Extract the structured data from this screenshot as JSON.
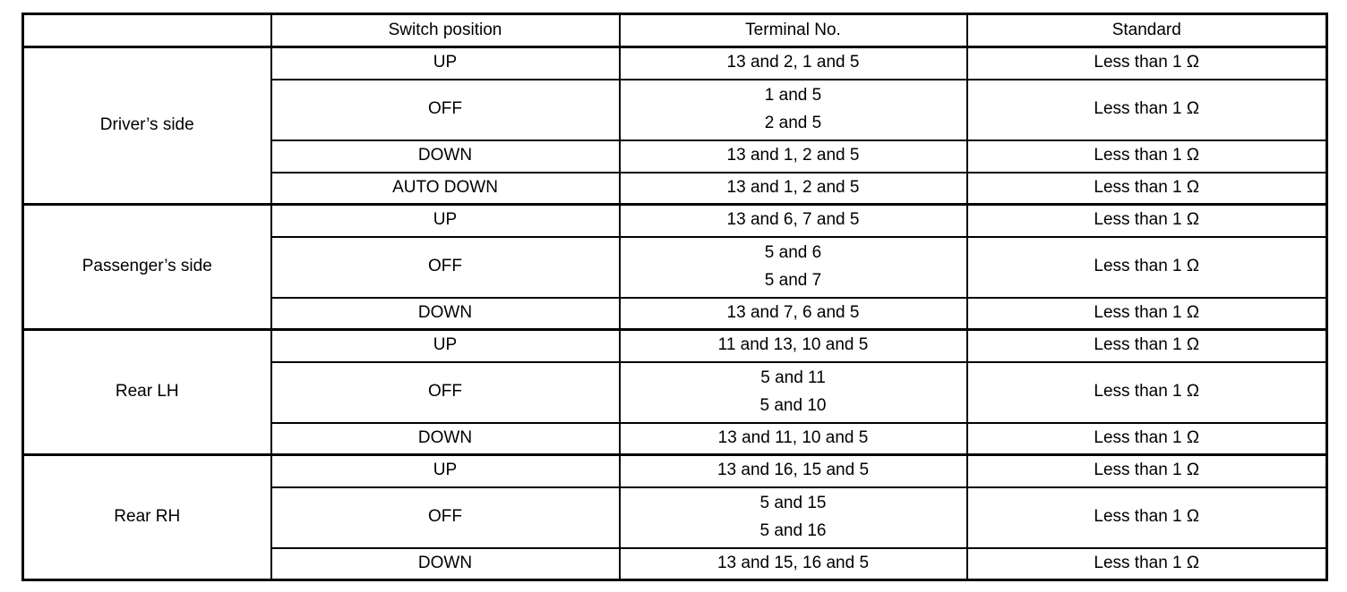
{
  "table": {
    "headers": {
      "corner": "",
      "switch_position": "Switch position",
      "terminal_no": "Terminal No.",
      "standard": "Standard"
    },
    "colors": {
      "border": "#000000",
      "text": "#000000",
      "background": "#ffffff"
    },
    "groups": [
      {
        "side": "Driver’s side",
        "rows": [
          {
            "position": "UP",
            "terminal": "13 and 2, 1 and 5",
            "standard": "Less than 1 Ω"
          },
          {
            "position": "OFF",
            "terminal_line1": "1 and 5",
            "terminal_line2": "2 and 5",
            "standard": "Less than 1 Ω"
          },
          {
            "position": "DOWN",
            "terminal": "13 and 1, 2 and 5",
            "standard": "Less than 1 Ω"
          },
          {
            "position": "AUTO DOWN",
            "terminal": "13 and 1, 2 and 5",
            "standard": "Less than 1 Ω"
          }
        ]
      },
      {
        "side": "Passenger’s side",
        "rows": [
          {
            "position": "UP",
            "terminal": "13 and 6, 7 and 5",
            "standard": "Less than 1 Ω"
          },
          {
            "position": "OFF",
            "terminal_line1": "5 and 6",
            "terminal_line2": "5 and 7",
            "standard": "Less than 1 Ω"
          },
          {
            "position": "DOWN",
            "terminal": "13 and 7, 6 and 5",
            "standard": "Less than 1 Ω"
          }
        ]
      },
      {
        "side": "Rear LH",
        "rows": [
          {
            "position": "UP",
            "terminal": "11 and 13, 10 and 5",
            "standard": "Less than 1 Ω"
          },
          {
            "position": "OFF",
            "terminal_line1": "5 and 11",
            "terminal_line2": "5 and 10",
            "standard": "Less than 1 Ω"
          },
          {
            "position": "DOWN",
            "terminal": "13 and 11, 10 and 5",
            "standard": "Less than 1 Ω"
          }
        ]
      },
      {
        "side": "Rear RH",
        "rows": [
          {
            "position": "UP",
            "terminal": "13 and 16, 15 and 5",
            "standard": "Less than 1 Ω"
          },
          {
            "position": "OFF",
            "terminal_line1": "5 and 15",
            "terminal_line2": "5 and 16",
            "standard": "Less than 1 Ω"
          },
          {
            "position": "DOWN",
            "terminal": "13 and 15, 16 and 5",
            "standard": "Less than 1 Ω"
          }
        ]
      }
    ]
  }
}
